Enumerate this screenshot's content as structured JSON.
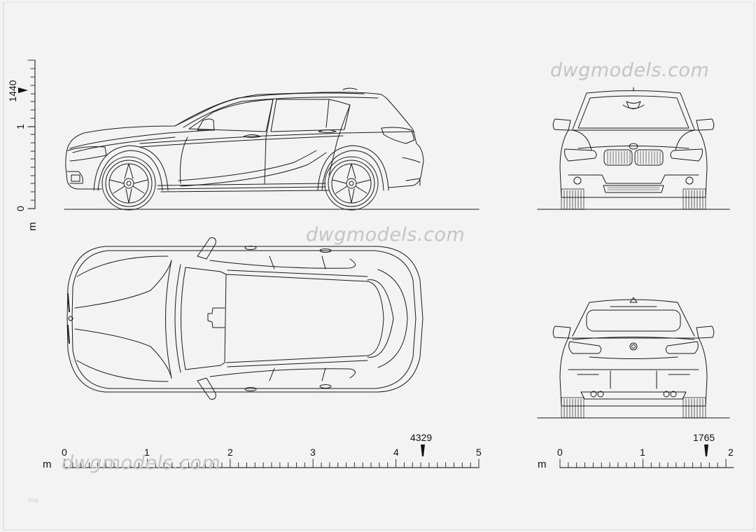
{
  "title": "Hatchback car blueprint (side, top, front, rear views)",
  "watermarks": {
    "top_right": "dwgmodels.com",
    "center": "dwgmodels.com",
    "bottom_left": "dwgmodels.com"
  },
  "corner_text": "blog",
  "views": {
    "side": "side-view",
    "top": "top-view",
    "front": "front-view",
    "rear": "rear-view"
  },
  "rulers": {
    "vertical": {
      "unit": "m",
      "ticks": [
        "0",
        "1"
      ],
      "marker_value": "1440",
      "description": "Height scale 0–1.5 m, marker at 1440 mm"
    },
    "length": {
      "unit": "m",
      "ticks": [
        "0",
        "1",
        "2",
        "3",
        "4",
        "5"
      ],
      "marker_value": "4329",
      "description": "Length scale 0–5 m, marker at 4329 mm"
    },
    "width": {
      "unit": "m",
      "ticks": [
        "0",
        "1",
        "2"
      ],
      "marker_value": "1765",
      "description": "Width scale 0–2 m, marker at 1765 mm"
    }
  },
  "colors": {
    "background": "#f3f3f3",
    "line": "#1a1a1a",
    "watermark": "#c4c4c4"
  }
}
